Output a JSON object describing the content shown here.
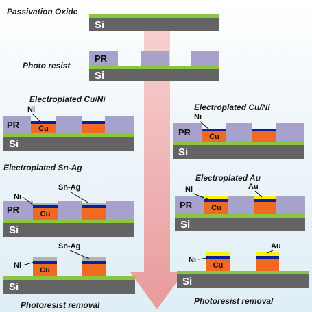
{
  "steps": {
    "passivation": "Passivation Oxide",
    "photoresist": "Photo resist",
    "electro_cuni_left": "Electroplated  Cu/Ni",
    "electro_cuni_right": "Electroplated  Cu/Ni",
    "electro_snag": "Electroplated  Sn-Ag",
    "electro_au": "Electroplated  Au",
    "removal_left": "Photoresist  removal",
    "removal_right": "Photoresist  removal"
  },
  "materials": {
    "si": "Si",
    "pr": "PR",
    "cu": "Cu",
    "ni": "Ni",
    "snag": "Sn-Ag",
    "au": "Au"
  },
  "colors": {
    "silicon": "#646464",
    "oxide": "#8cc63f",
    "photoresist": "#a7a2cb",
    "copper": "#f16a21",
    "nickel": "#0a1f9e",
    "sn_ag": "#b3b3b3",
    "gold": "#fff200",
    "flow_arrow": "#f3a9a9"
  }
}
